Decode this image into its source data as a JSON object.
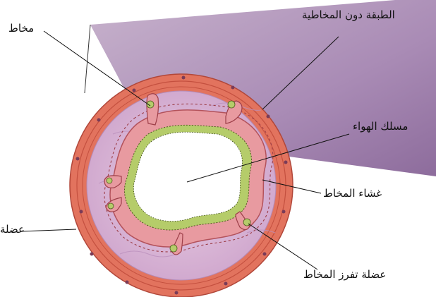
{
  "labels": {
    "mucus": "مخاط",
    "submucosa": "الطبقة دون المخاطية",
    "airway": "مسلك الهواء",
    "mucous_membrane": "غشاء المخاط",
    "muscle": "عضلة",
    "mucus_secreting_gland": "عضلة تفرز المخاط"
  },
  "colors": {
    "tube_outer": "#b79ac0",
    "muscle_band": "#e2735e",
    "submucosa_fill": "#d9b7d7",
    "epithelium": "#e89aa0",
    "gland_secretion": "#b5cc6a",
    "airway_lumen": "#ffffff"
  }
}
